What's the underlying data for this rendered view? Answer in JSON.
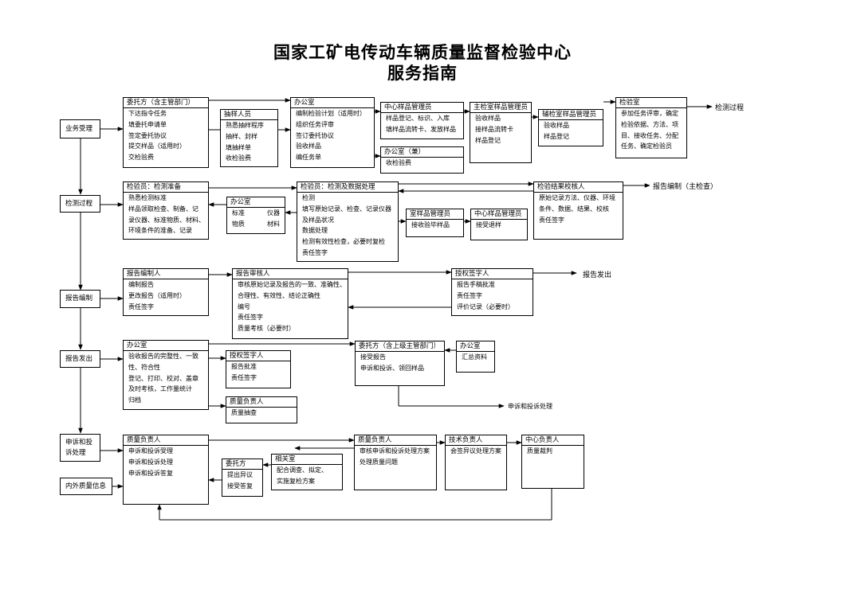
{
  "title": {
    "line1": "国家工矿电传动车辆质量监督检验中心",
    "line2": "服务指南"
  },
  "stages": {
    "business": "业务受理",
    "testing": "检测过程",
    "report_compile": "报告编制",
    "report_issue": "报告发出",
    "appeal": "申诉和投诉处理",
    "internal_info": "内外质量信息"
  },
  "boxes": {
    "client1": {
      "title": "委托方（含主管部门）",
      "lines": [
        "下达指令任务",
        "填委托申请单",
        "签定委托协议",
        "提交样品（适用时）",
        "交检验费"
      ]
    },
    "sampler": {
      "title": "抽样人员",
      "lines": [
        "熟悉抽样程序",
        "抽样、封样",
        "填抽样单",
        "收检验费"
      ]
    },
    "office1": {
      "title": "办公室",
      "lines": [
        "编制检验计划（适用时）",
        "组织任务评审",
        "签订委托协议",
        "验收样品",
        "编任务单"
      ]
    },
    "center_sample": {
      "title": "中心样品管理员",
      "lines": [
        "样品登记、标识、入库",
        "填样品流转卡、发放样品"
      ]
    },
    "office_part": {
      "title": "办公室（兼）",
      "lines": [
        "收检验费"
      ]
    },
    "main_room_sample": {
      "title": "主检室样品管理员",
      "lines": [
        "验收样品",
        "接样品流转卡",
        "样品登记"
      ]
    },
    "aux_room_sample": {
      "title": "辅检室样品管理员",
      "lines": [
        "验收样品",
        "样品登记"
      ]
    },
    "test_room": {
      "title": "检验室",
      "lines": [
        "参加任务评审，确定",
        "检验依据、方法、项",
        "目、接收任务、分配",
        "任务、确定检验员"
      ]
    },
    "inspector_prep": {
      "title": "检验员：检测准备",
      "lines": [
        "熟悉检测标准",
        "样品领取检查、制备、记",
        "录仪器、标准物质、材料、",
        "环境条件的准备、记录"
      ]
    },
    "office2": {
      "title": "办公室",
      "rows": [
        [
          "标准",
          "仪器"
        ],
        [
          "物质",
          "材料"
        ]
      ]
    },
    "inspector_test": {
      "title": "检验员：检测及数据处理",
      "lines": [
        "检测",
        "填写原始记录、检查、记录仪器",
        "及样品状况",
        "数据处理",
        "检测有效性检查，必要时复检",
        "责任签字"
      ]
    },
    "room_sample": {
      "title": "室样品管理员",
      "lines": [
        "接收验毕样品"
      ]
    },
    "center_sample2": {
      "title": "中心样品管理员",
      "lines": [
        "接受退样"
      ]
    },
    "result_checker": {
      "title": "检验结果校核人",
      "lines": [
        "原始记录方法、仪器、环境",
        "条件、数据、结果、校核",
        "责任签字"
      ]
    },
    "report_writer": {
      "title": "报告编制人",
      "lines": [
        "编制报告",
        "更改报告（适用时）",
        "责任签字"
      ]
    },
    "report_reviewer": {
      "title": "报告审核人",
      "lines": [
        "审核原始记录及报告的一致、准确性、",
        "合理性、有效性、结论正确性",
        "编号",
        "责任签字",
        "质量考核（必要时）"
      ]
    },
    "signatory1": {
      "title": "授权签字人",
      "lines": [
        "报告手稿批准",
        "责任签字",
        "评价记录（必要时）"
      ]
    },
    "office3": {
      "title": "办公室",
      "lines": [
        "验收报告的完整性、一致",
        "性、符合性",
        "登记、打印、校对、盖章",
        "及时考核，工作量统计",
        "归档"
      ]
    },
    "signatory2": {
      "title": "授权签字人",
      "lines": [
        "报告批准",
        "责任签字"
      ]
    },
    "quality_mgr1": {
      "title": "质量负责人",
      "lines": [
        "质量抽查"
      ]
    },
    "client2": {
      "title": "委托方（含上级主管部门）",
      "lines": [
        "接受报告",
        "申诉和投诉、领回样品"
      ]
    },
    "office4": {
      "title": "办公室",
      "lines": [
        "汇总资料"
      ]
    },
    "quality_mgr2": {
      "title": "质量负责人",
      "lines": [
        "申诉和投诉受理",
        "申诉和投诉处理",
        "申诉和投诉答复"
      ]
    },
    "client3": {
      "title": "委托方",
      "lines": [
        "提出异议",
        "接受答复"
      ]
    },
    "related_room": {
      "title": "相关室",
      "lines": [
        "配合调查、拟定、",
        "实施复检方案"
      ]
    },
    "quality_mgr3": {
      "title": "质量负责人",
      "lines": [
        "审核申诉和投诉处理方案",
        "处理质量问题"
      ]
    },
    "tech_mgr": {
      "title": "技术负责人",
      "lines": [
        "会签异议处理方案"
      ]
    },
    "center_mgr": {
      "title": "中心负责人",
      "lines": [
        "质量裁判"
      ]
    }
  },
  "outputs": {
    "to_testing": "检测过程",
    "to_compile": "报告编制（主检查）",
    "to_issue": "报告发出",
    "to_appeal": "申诉和投诉处理"
  }
}
